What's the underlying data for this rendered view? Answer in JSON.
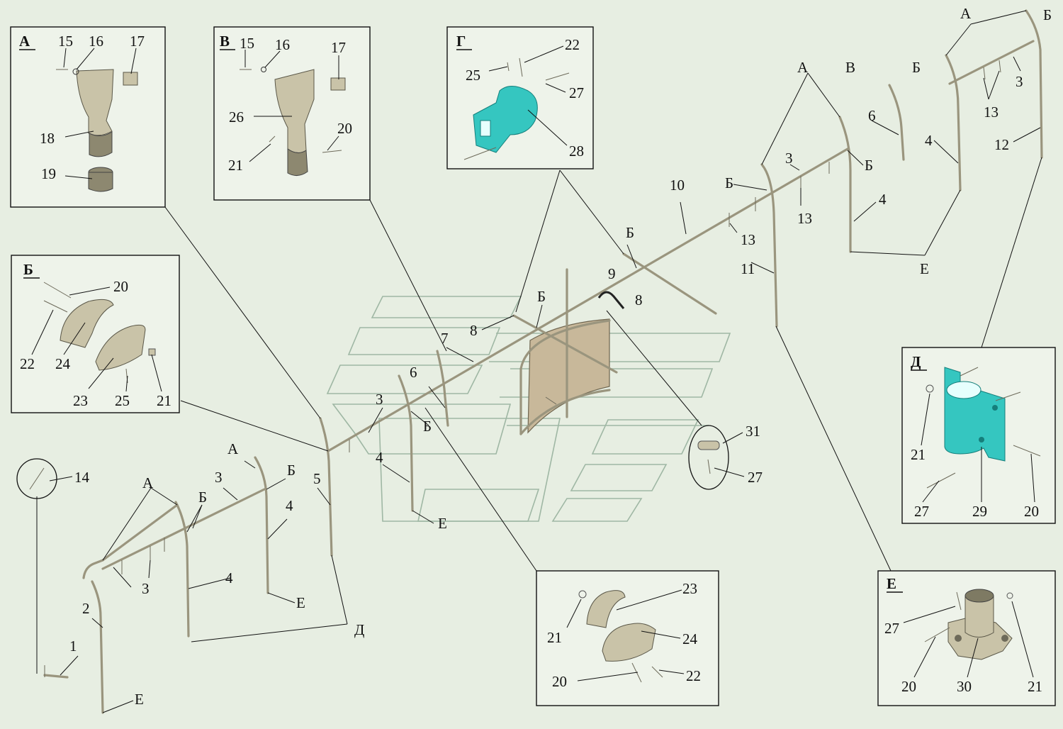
{
  "callouts": {
    "box_a": {
      "title": "А",
      "labels": [
        "15",
        "16",
        "17",
        "18",
        "19"
      ]
    },
    "box_v": {
      "title": "В",
      "labels": [
        "15",
        "16",
        "17",
        "26",
        "20",
        "21"
      ]
    },
    "box_g": {
      "title": "Г",
      "labels": [
        "22",
        "25",
        "27",
        "28"
      ]
    },
    "box_b": {
      "title": "Б",
      "labels": [
        "20",
        "22",
        "24",
        "23",
        "25",
        "21"
      ]
    },
    "box_d": {
      "title": "Д",
      "labels": [
        "21",
        "27",
        "29",
        "20"
      ]
    },
    "box_e": {
      "title": "Е",
      "labels": [
        "27",
        "20",
        "30",
        "21"
      ]
    },
    "box_unnamed": {
      "labels": [
        "23",
        "21",
        "24",
        "20",
        "22"
      ]
    },
    "circle_14": {
      "labels": [
        "14"
      ]
    },
    "circle_31": {
      "labels": [
        "31",
        "27"
      ]
    }
  },
  "main_labels": [
    "А",
    "Б",
    "Б",
    "3",
    "13",
    "4",
    "12",
    "В",
    "6",
    "А",
    "3",
    "Б",
    "Б",
    "13",
    "4",
    "Е",
    "10",
    "13",
    "Б",
    "11",
    "9",
    "8",
    "Б",
    "8",
    "7",
    "6",
    "3",
    "Б",
    "4",
    "Е",
    "5",
    "А",
    "Б",
    "3",
    "4",
    "Б",
    "3",
    "А",
    "4",
    "2",
    "1",
    "Е",
    "Е",
    "Д"
  ]
}
